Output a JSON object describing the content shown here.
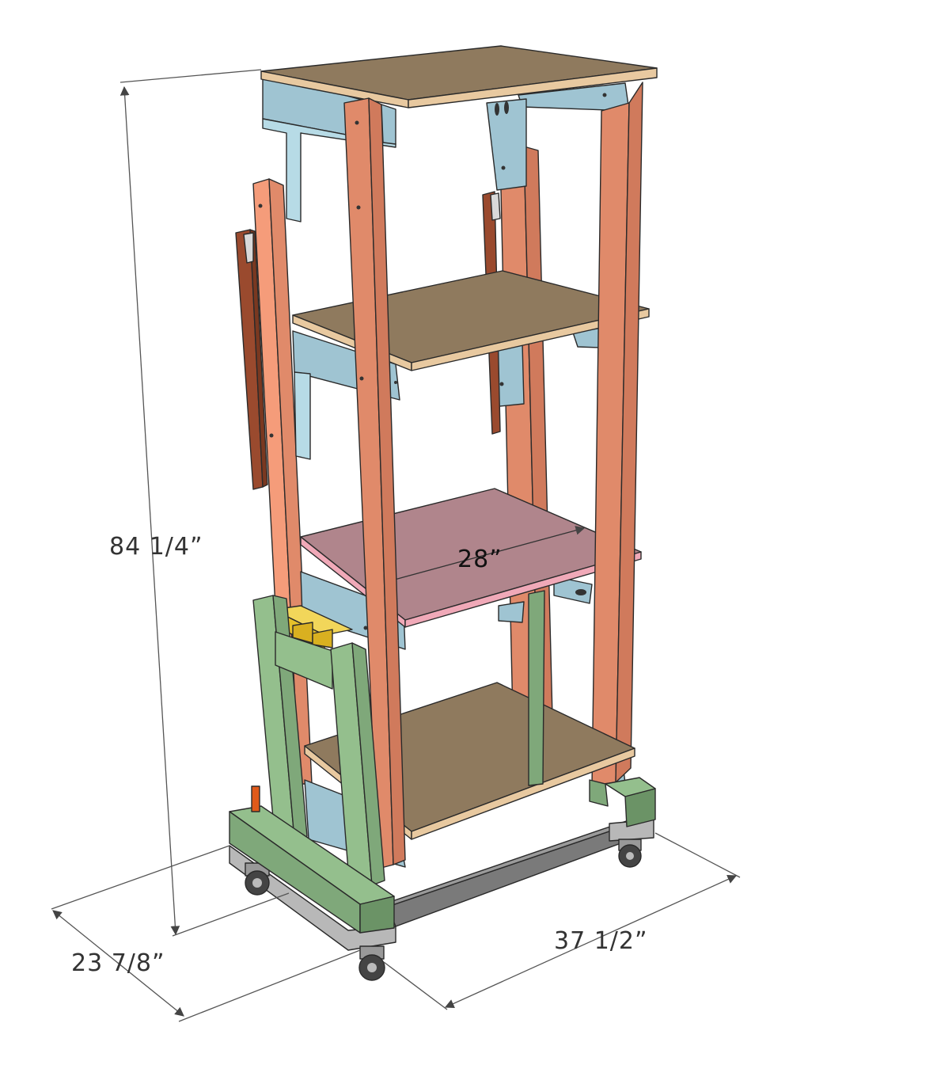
{
  "dimensions": {
    "height": "84 1/4”",
    "depth": "23 7/8”",
    "width": "37 1/2”",
    "shelf_span": "28”"
  },
  "colors": {
    "shelf_board": "#8f7a5e",
    "shelf_edge": "#e8c9a0",
    "highlight_shelf": "#b0858c",
    "highlight_edge": "#f0a9b8",
    "post": "#e08a6a",
    "post_light": "#f59c7a",
    "rail_blue": "#9fc4d2",
    "rail_blue_light": "#b7dbe6",
    "base_green": "#7fa87a",
    "base_green_light": "#94bf8d",
    "hinge_brown": "#9a4a2e",
    "base_bar": "#7a7a7a",
    "yellow_blocks": "#e6c12a"
  }
}
